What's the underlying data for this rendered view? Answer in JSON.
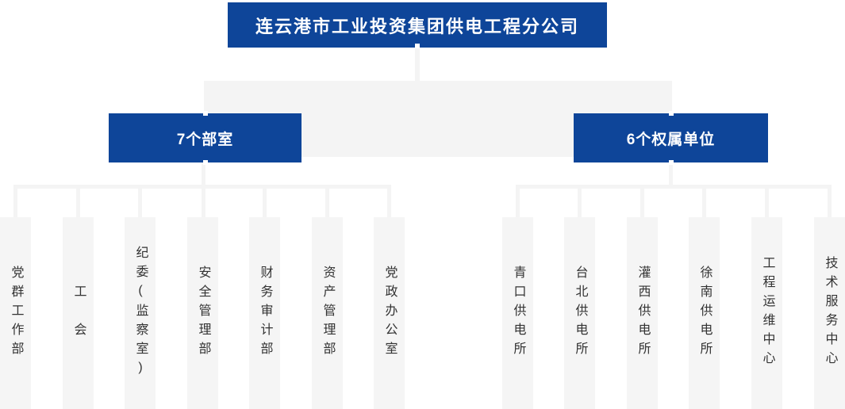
{
  "colors": {
    "primary_blue": "#0e4599",
    "connector_gray": "#f4f4f4",
    "node_gray": "#f5f5f5",
    "node_text": "#333333",
    "box_text": "#ffffff"
  },
  "root": {
    "label": "连云港市工业投资集团供电工程分公司"
  },
  "groups": [
    {
      "label": "7个部室",
      "children": [
        {
          "label": "党群工作部"
        },
        {
          "label": "工　会"
        },
        {
          "label": "纪委(监察室)"
        },
        {
          "label": "安全管理部"
        },
        {
          "label": "财务审计部"
        },
        {
          "label": "资产管理部"
        },
        {
          "label": "党政办公室"
        }
      ]
    },
    {
      "label": "6个权属单位",
      "children": [
        {
          "label": "青口供电所"
        },
        {
          "label": "台北供电所"
        },
        {
          "label": "灌西供电所"
        },
        {
          "label": "徐南供电所"
        },
        {
          "label": "工程运维中心"
        },
        {
          "label": "技术服务中心"
        }
      ]
    }
  ]
}
